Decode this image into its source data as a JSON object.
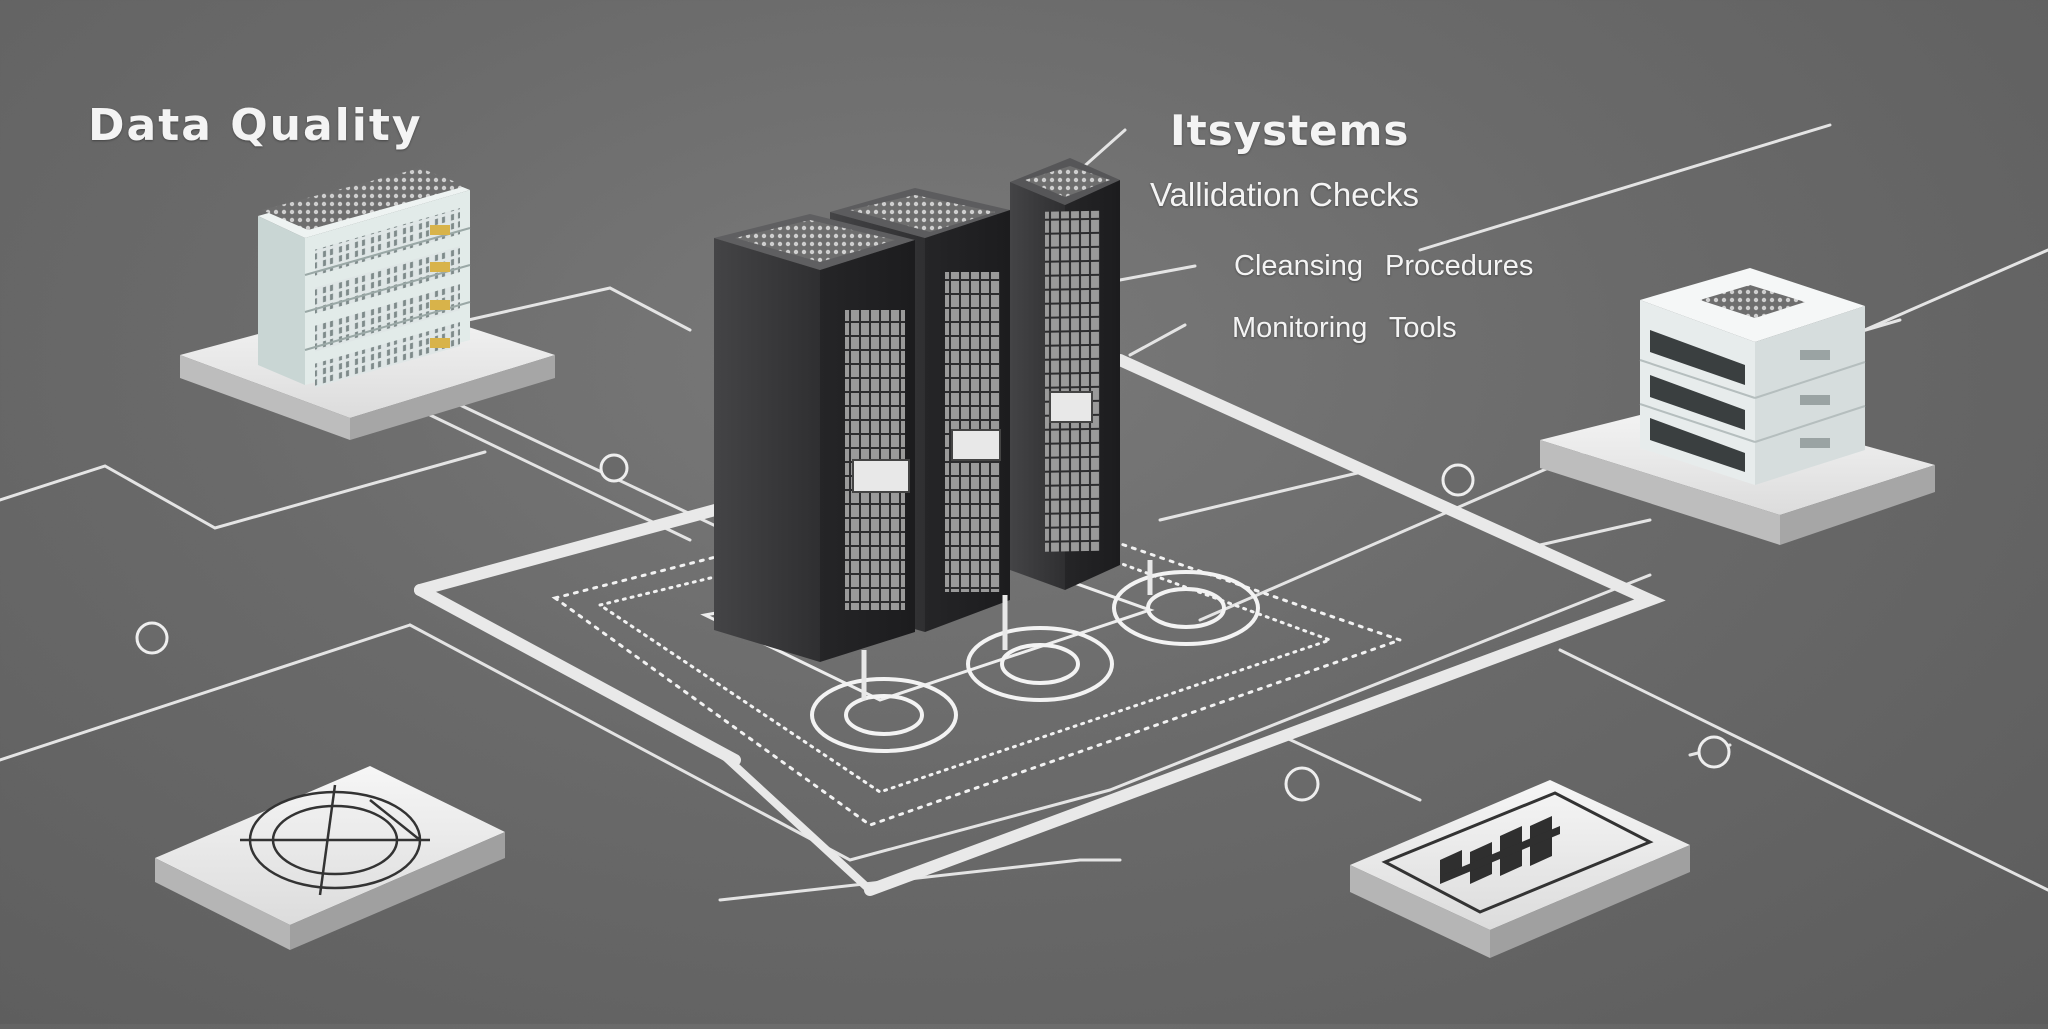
{
  "diagram": {
    "labels": {
      "data_quality": "Data Quality",
      "itsystems": "Itsystems",
      "validation_checks": "Vallidation Checks",
      "cleansing_procedures": "Cleansing   Procedures",
      "monitoring_tools": "Monitoring   Tools"
    },
    "nodes": [
      {
        "id": "server-stack-left",
        "icon": "server-stack-icon"
      },
      {
        "id": "server-racks-center",
        "icon": "server-rack-icon"
      },
      {
        "id": "storage-stack-right",
        "icon": "storage-stack-icon"
      },
      {
        "id": "target-panel",
        "icon": "target-icon"
      },
      {
        "id": "bar-chart-panel",
        "icon": "bar-chart-icon"
      }
    ],
    "colors": {
      "background": "#6a6a6a",
      "line": "#e6e6e6",
      "rack": "#3a3a3c",
      "panel": "#efefef"
    }
  }
}
